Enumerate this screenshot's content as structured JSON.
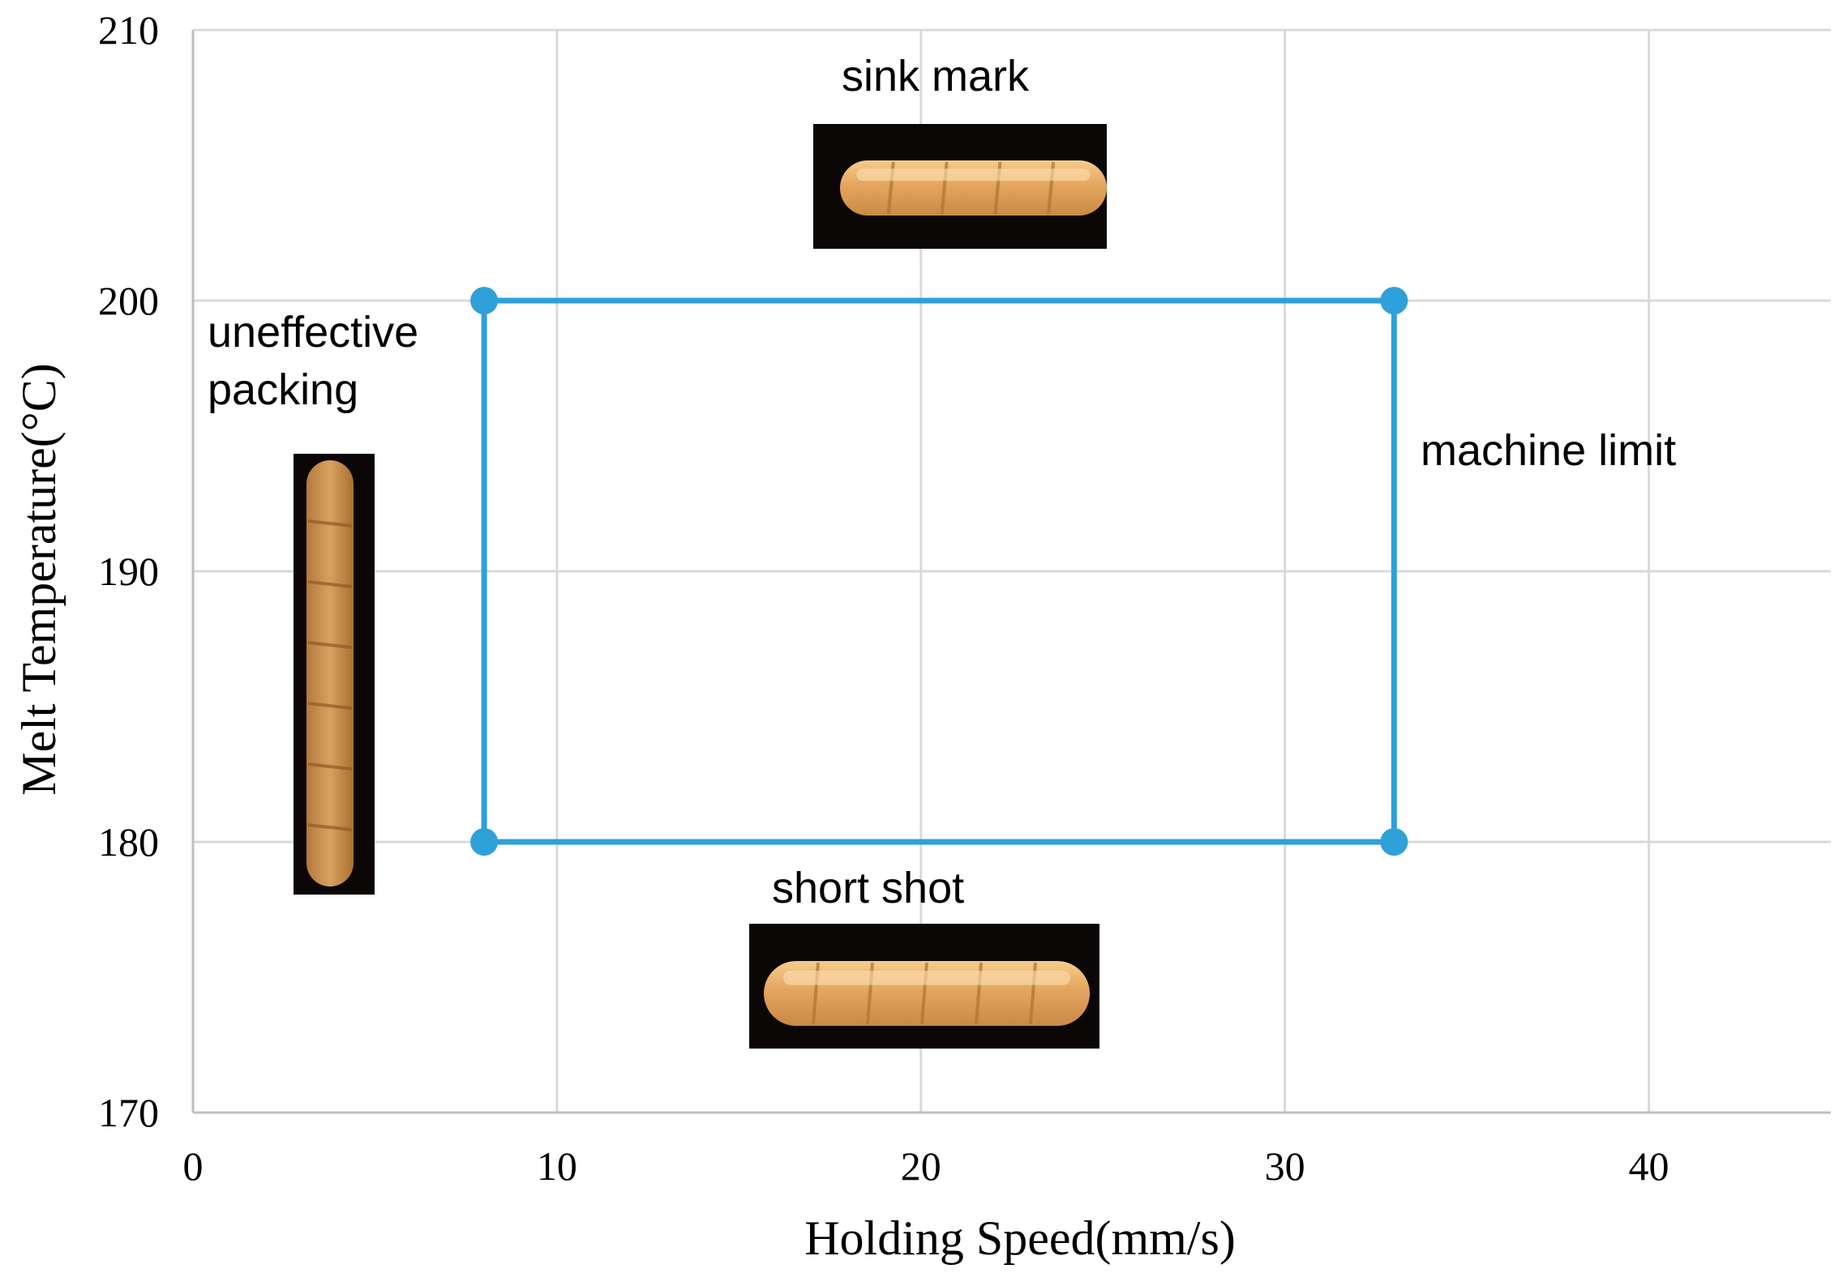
{
  "chart_data": {
    "type": "line",
    "title": "",
    "xlabel": "Holding Speed(mm/s)",
    "ylabel": "Melt Temperature(°C)",
    "xlim": [
      0,
      45
    ],
    "ylim": [
      170,
      210
    ],
    "x_ticks": [
      0,
      10,
      20,
      30,
      40
    ],
    "y_ticks": [
      170,
      180,
      190,
      200,
      210
    ],
    "grid": true,
    "legend": "none",
    "series_color": "#2EA0DA",
    "series": [
      {
        "points": [
          {
            "x": 8,
            "y": 180
          },
          {
            "x": 8,
            "y": 200
          },
          {
            "x": 33,
            "y": 200
          },
          {
            "x": 33,
            "y": 180
          },
          {
            "x": 8,
            "y": 180
          }
        ]
      }
    ],
    "annotations": [
      {
        "id": "sink-mark",
        "text": "sink mark",
        "image": "sink-mark-sample-photo"
      },
      {
        "id": "uneffective-packing",
        "text": "uneffective\npacking",
        "image": "uneffective-packing-sample-photo"
      },
      {
        "id": "machine-limit",
        "text": "machine limit"
      },
      {
        "id": "short-shot",
        "text": "short shot",
        "image": "short-shot-sample-photo"
      }
    ]
  }
}
